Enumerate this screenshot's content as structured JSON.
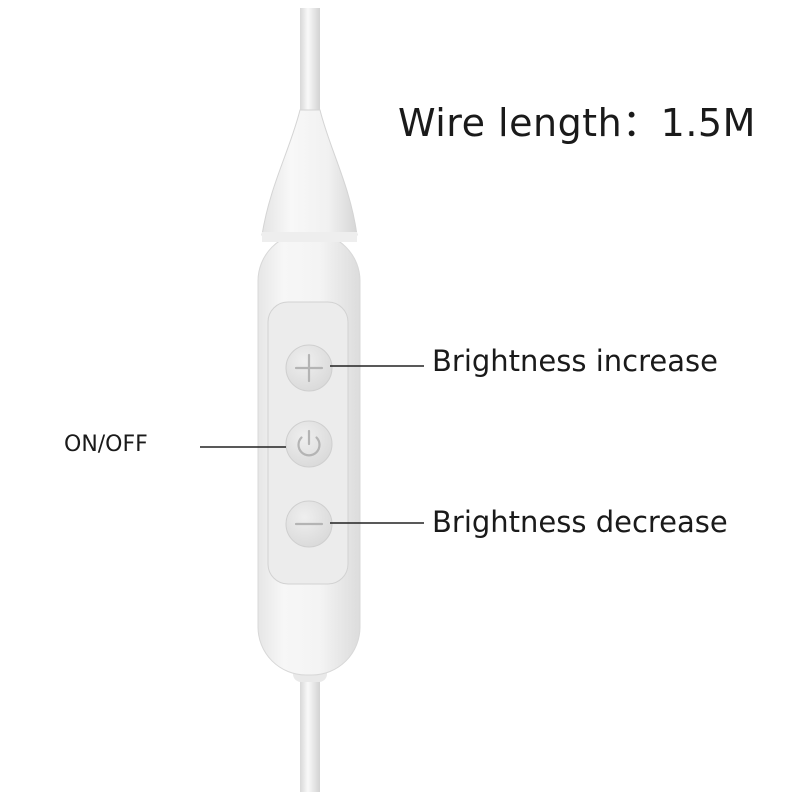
{
  "title": "Wire length：1.5M",
  "labels": {
    "brightness_increase": "Brightness increase",
    "brightness_decrease": "Brightness decrease",
    "on_off": "ON/OFF"
  },
  "buttons": [
    {
      "name": "plus-button",
      "icon": "plus-icon"
    },
    {
      "name": "power-button",
      "icon": "power-icon"
    },
    {
      "name": "minus-button",
      "icon": "minus-icon"
    }
  ],
  "colors": {
    "background": "#ffffff",
    "controller_body": "#f4f4f4",
    "button_panel": "#eaeaea",
    "button": "#e2e2e2",
    "icon": "#b8b8b8",
    "leader_line": "#222222",
    "text": "#1a1a1a"
  }
}
